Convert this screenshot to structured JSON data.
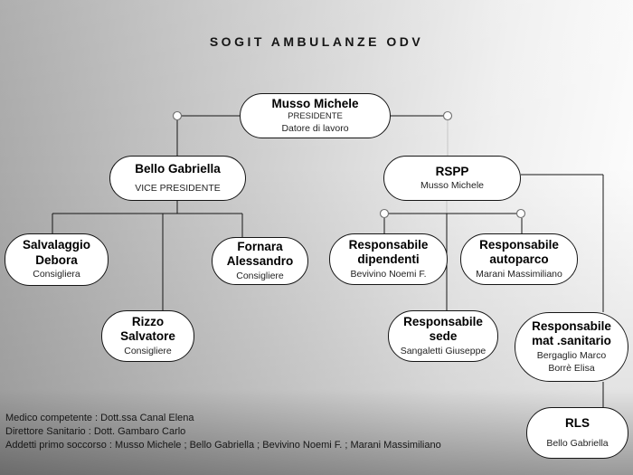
{
  "title": "SOGIT AMBULANZE ODV",
  "org": {
    "nodes": {
      "presidente": {
        "name_lines": [
          "Musso Michele"
        ],
        "sub_lines": [
          "PRESIDENTE",
          "Datore di lavoro"
        ]
      },
      "vicepresidente": {
        "name_lines": [
          "Bello Gabriella"
        ],
        "sub_lines": [
          "VICE PRESIDENTE"
        ]
      },
      "rspp": {
        "name_lines": [
          "RSPP"
        ],
        "sub_lines": [
          "Musso Michele"
        ]
      },
      "consigliera_salvalaggio": {
        "name_lines": [
          "Salvalaggio",
          "Debora"
        ],
        "sub_lines": [
          "Consigliera"
        ]
      },
      "consigliere_fornara": {
        "name_lines": [
          "Fornara",
          "Alessandro"
        ],
        "sub_lines": [
          "Consigliere"
        ]
      },
      "consigliere_rizzo": {
        "name_lines": [
          "Rizzo",
          "Salvatore"
        ],
        "sub_lines": [
          "Consigliere"
        ]
      },
      "resp_dipendenti": {
        "name_lines": [
          "Responsabile",
          "dipendenti"
        ],
        "sub_lines": [
          "Bevivino Noemi F."
        ]
      },
      "resp_autoparco": {
        "name_lines": [
          "Responsabile",
          "autoparco"
        ],
        "sub_lines": [
          "Marani Massimiliano"
        ]
      },
      "resp_sede": {
        "name_lines": [
          "Responsabile",
          "sede"
        ],
        "sub_lines": [
          "Sangaletti Giuseppe"
        ]
      },
      "resp_mat_sanitario": {
        "name_lines": [
          "Responsabile",
          "mat .sanitario"
        ],
        "sub_lines": [
          "Bergaglio Marco",
          "Borrè Elisa"
        ]
      },
      "rls": {
        "name_lines": [
          "RLS"
        ],
        "sub_lines": [
          "Bello Gabriella"
        ]
      }
    },
    "edges": [
      {
        "from": "presidente",
        "to": "vicepresidente"
      },
      {
        "from": "presidente",
        "to": "rspp"
      },
      {
        "from": "vicepresidente",
        "to": "consigliera_salvalaggio"
      },
      {
        "from": "vicepresidente",
        "to": "consigliere_rizzo"
      },
      {
        "from": "vicepresidente",
        "to": "consigliere_fornara"
      },
      {
        "from": "rspp",
        "to": "resp_dipendenti"
      },
      {
        "from": "rspp",
        "to": "resp_autoparco"
      },
      {
        "from": "rspp",
        "to": "resp_sede"
      },
      {
        "from": "rspp",
        "to": "resp_mat_sanitario"
      },
      {
        "from": "resp_mat_sanitario",
        "to": "rls"
      }
    ]
  },
  "footer": {
    "lines": [
      "Medico competente : Dott.ssa Canal Elena",
      "Direttore Sanitario : Dott. Gambaro Carlo",
      "Addetti primo soccorso : Musso Michele ; Bello Gabriella ; Bevivino Noemi F. ; Marani Massimiliano"
    ]
  },
  "colors": {
    "node_fill": "#ffffff",
    "node_border": "#161616",
    "connector": "#161616",
    "connector_faint": "#c6c6c6",
    "junction_dot_fill": "#fdfdfd",
    "junction_dot_stroke": "#6e6e6e",
    "text": "#161616"
  }
}
